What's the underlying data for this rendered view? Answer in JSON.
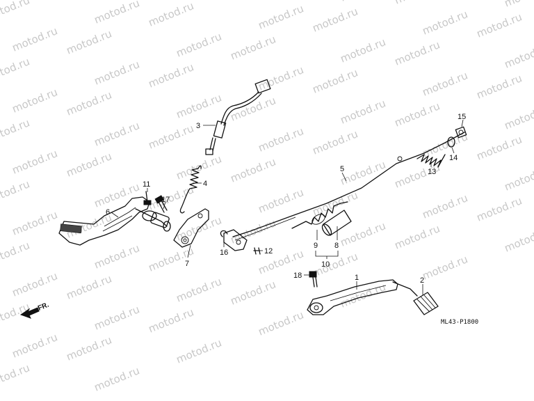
{
  "watermark_text": "motod.ru",
  "diagram_code": "ML43-P1800",
  "direction_label": "FR.",
  "callouts": [
    "1",
    "2",
    "3",
    "4",
    "5",
    "6",
    "7",
    "8",
    "9",
    "10",
    "11",
    "12",
    "13",
    "14",
    "15",
    "16",
    "17",
    "18",
    "18"
  ]
}
